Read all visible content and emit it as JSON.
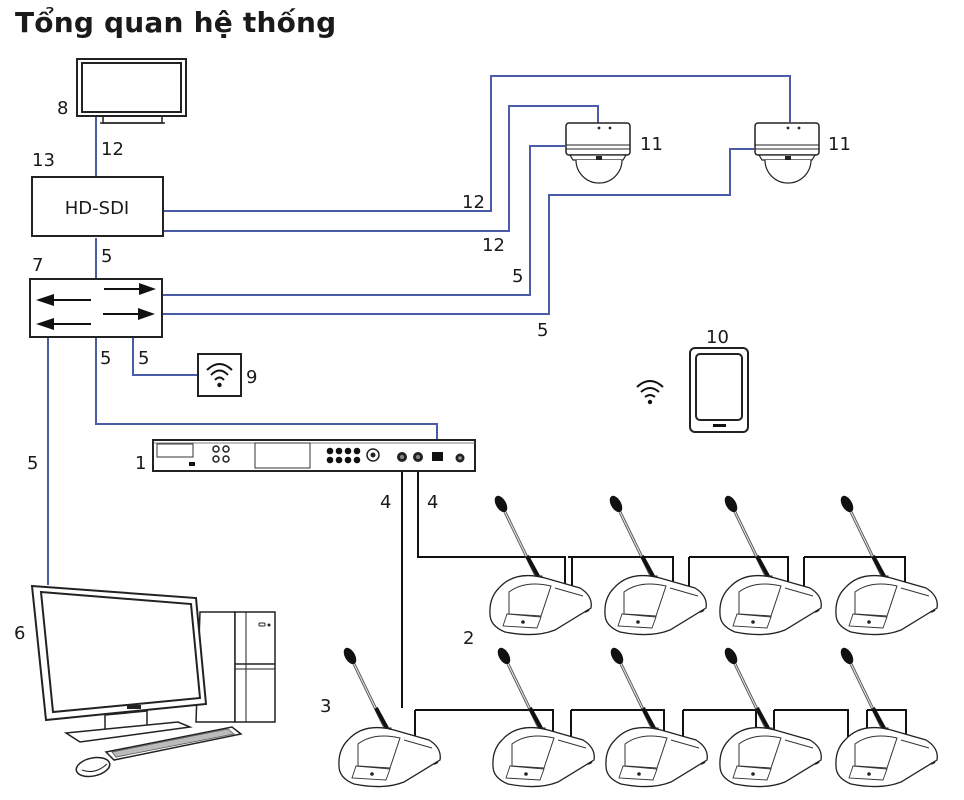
{
  "title": "Tổng quan hệ thống",
  "colors": {
    "ip_cable": "#4a5ca8",
    "dcn_cable": "#111111",
    "outline": "#222222",
    "text": "#1a1a1a"
  },
  "components": {
    "central_unit": {
      "number": "1",
      "icon": "central-control-unit"
    },
    "delegate_units": {
      "number": "2",
      "icon": "delegate-discussion-unit"
    },
    "chairman_unit": {
      "number": "3",
      "icon": "chairman-discussion-unit"
    },
    "computer": {
      "number": "6",
      "icon": "desktop-computer"
    },
    "network_switch": {
      "number": "7",
      "icon": "ethernet-switch"
    },
    "display": {
      "number": "8",
      "icon": "monitor-display"
    },
    "wireless_access_point": {
      "number": "9",
      "icon": "wifi-access-point"
    },
    "tablet": {
      "number": "10",
      "icon": "tablet"
    },
    "camera_left": {
      "number": "11",
      "icon": "dome-camera"
    },
    "camera_right": {
      "number": "11",
      "icon": "dome-camera"
    },
    "video_switcher": {
      "number": "13",
      "label": "HD-SDI",
      "icon": "hd-sdi-switcher"
    }
  },
  "cable_labels": {
    "display_to_hdsdi": "12",
    "hdsdi_to_camera_right": "12",
    "hdsdi_to_camera_left": "12",
    "hdsdi_to_switch": "5",
    "switch_to_camera_left": "5",
    "switch_to_camera_right": "5",
    "switch_to_ccu": "5",
    "switch_to_wap": "5",
    "switch_to_pc": "5",
    "ccu_to_chairman": "4",
    "ccu_to_delegates": "4"
  },
  "wireless_icon": "wifi-signal-icon"
}
